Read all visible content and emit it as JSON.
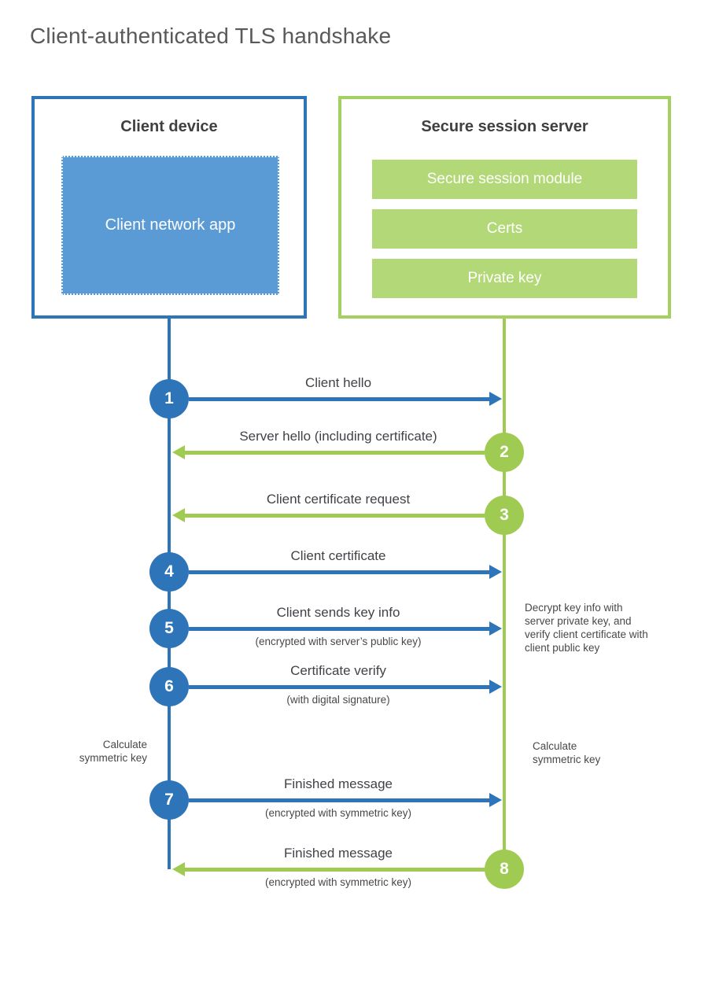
{
  "title": "Client-authenticated TLS handshake",
  "client_box": {
    "title": "Client device",
    "app": "Client network app"
  },
  "server_box": {
    "title": "Secure session server",
    "modules": [
      {
        "label": "Secure session module"
      },
      {
        "label": "Certs"
      },
      {
        "label": "Private key"
      }
    ]
  },
  "steps": [
    {
      "num": "1",
      "label": "Client hello",
      "sub": "",
      "from": "client",
      "direction": "right"
    },
    {
      "num": "2",
      "label": "Server hello (including certificate)",
      "sub": "",
      "from": "server",
      "direction": "left"
    },
    {
      "num": "3",
      "label": "Client certificate request",
      "sub": "",
      "from": "server",
      "direction": "left"
    },
    {
      "num": "4",
      "label": "Client certificate",
      "sub": "",
      "from": "client",
      "direction": "right"
    },
    {
      "num": "5",
      "label": "Client sends key info",
      "sub": "(encrypted with server’s public key)",
      "from": "client",
      "direction": "right"
    },
    {
      "num": "6",
      "label": "Certificate verify",
      "sub": "(with digital signature)",
      "from": "client",
      "direction": "right"
    },
    {
      "num": "7",
      "label": "Finished message",
      "sub": "(encrypted with symmetric key)",
      "from": "client",
      "direction": "right"
    },
    {
      "num": "8",
      "label": "Finished message",
      "sub": "(encrypted with symmetric key)",
      "from": "server",
      "direction": "left"
    }
  ],
  "notes": {
    "calc_left": "Calculate symmetric key",
    "calc_right": "Calculate symmetric key",
    "decrypt": "Decrypt key info with server private key, and verify client certificate with client public key"
  },
  "colors": {
    "blue": "#2e74b9",
    "blue_fill": "#5b9bd5",
    "green_border": "#a4d05f",
    "green_fill": "#b3d877",
    "green_line": "#a0cb52",
    "text": "#414247",
    "title": "#58595b"
  }
}
